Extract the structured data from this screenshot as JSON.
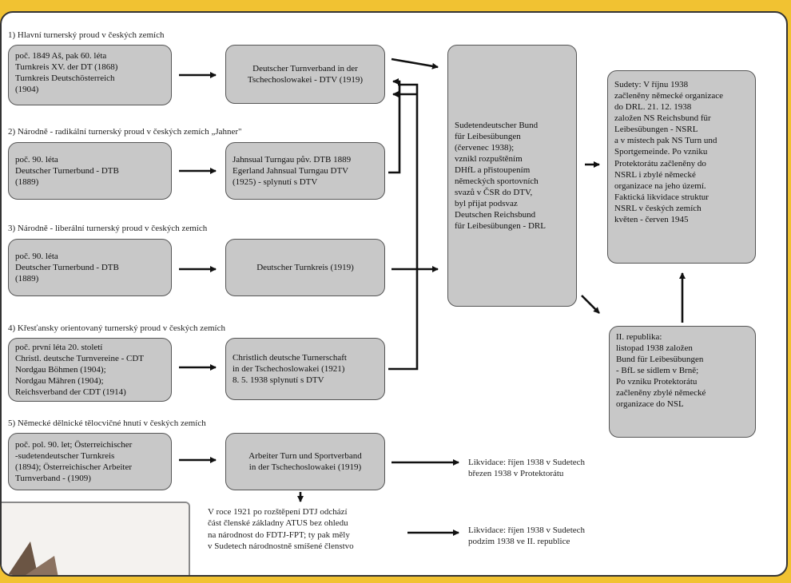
{
  "sections": {
    "s1": "1) Hlavní turnerský proud v českých zemích",
    "s2": "2) Národně - radikální turnerský proud v českých zemích  „Jahner\"",
    "s3": "3) Národně - liberální turnerský proud v českých zemích",
    "s4": "4) Křesťansky orientovaný turnerský proud v českých zemích",
    "s5": "5) Německé dělnické tělocvičné hnutí v českých zemích"
  },
  "boxes": {
    "b1a": "poč. 1849 Aš, pak 60. léta\nTurnkreis XV. der DT (1868)\nTurnkreis Deutschösterreich\n(1904)",
    "b1b": "Deutscher Turnverband in der\nTschechoslowakei - DTV (1919)",
    "b2a": "poč. 90. léta\nDeutscher Turnerbund - DTB\n(1889)",
    "b2b": "Jahnsual Turngau pův. DTB 1889\nEgerland Jahnsual Turngau DTV\n(1925) - splynutí s DTV",
    "b3a": "poč. 90. léta\nDeutscher Turnerbund - DTB\n(1889)",
    "b3b": "Deutscher Turnkreis (1919)",
    "b4a": "poč. první léta 20. století\nChristl. deutsche Turnvereine - CDT\nNordgau Böhmen (1904);\nNordgau Mähren (1904);\nReichsverband der CDT (1914)",
    "b4b": "Christlich deutsche Turnerschaft\nin der Tschechoslowakei (1921)\n8. 5. 1938 splynutí s DTV",
    "b5a": "poč. pol. 90. let; Österreichischer\n-sudetendeutscher Turnkreis\n(1894); Österreichischer Arbeiter\nTurnverband - (1909)",
    "b5b": "Arbeiter Turn und Sportverband\nin der Tschechoslowakei (1919)",
    "sudeten": "Sudetendeutscher Bund\nfür Leibesübungen\n(červenec 1938);\nvznikl rozpuštěním\nDHfL a přistoupením\nněmeckých sportovních\nsvazů v ČSR do DTV,\nbyl přijat podsvaz\nDeutschen Reichsbund\nfür Leibesübungen - DRL",
    "sudety": "Sudety: V říjnu 1938\nzačleněny německé organizace\ndo DRL. 21. 12. 1938\nzaložen NS Reichsbund für\nLeibesübungen - NSRL\na v místech pak NS Turn und\nSportgemeinde. Po vzniku\nProtektorátu začleněny do\nNSRL i zbylé německé\norganizace na jeho území.\nFaktická likvidace struktur\nNSRL v českých zemích\nkvěten - červen 1945",
    "republika": "II. republika:\nlistopad 1938 založen\nBund für Leibesübungen\n- BfL se sídlem v Brně;\nPo vzniku Protektorátu\nzačleněny zbylé německé\norganizace do NSL"
  },
  "texts": {
    "likvidace1": "Likvidace: říjen 1938 v Sudetech\n                  březen 1938 v Protektorátu",
    "split": "V roce 1921 po rozštěpení DTJ odchází\nčást členské základny ATUS bez ohledu\nna národnost do FDTJ-FPT; ty pak měly\nv Sudetech národnostně smíšené členstvo",
    "likvidace2": "Likvidace: říjen 1938 v Sudetech\n                  podzim 1938 ve II. republice"
  }
}
